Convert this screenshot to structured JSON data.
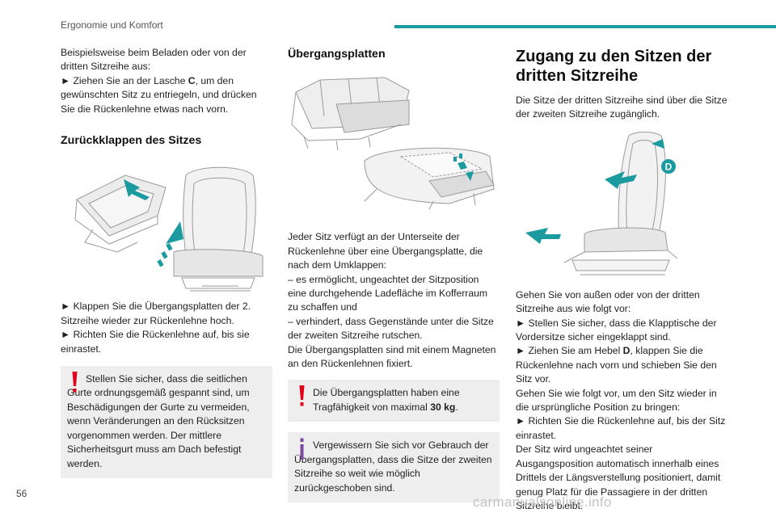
{
  "header": {
    "section": "Ergonomie und Komfort"
  },
  "col1": {
    "intro_line1": "Beispielsweise beim Beladen oder von der dritten Sitzreihe aus:",
    "bullet": "►",
    "step1_pre": "Ziehen Sie an der Lasche ",
    "step1_key": "C",
    "step1_post": ", um den gewünschten Sitz zu entriegeln, und drücken Sie die Rückenlehne etwas nach vorn.",
    "heading": "Zurückklappen des Sitzes",
    "step2": "Klappen Sie die Übergangsplatten der 2. Sitzreihe wieder zur Rückenlehne hoch.",
    "step3": "Richten Sie die Rückenlehne auf, bis sie einrastet.",
    "warning": "Stellen Sie sicher, dass die seitlichen Gurte ordnungsgemäß gespannt sind, um Beschädigungen der Gurte zu vermeiden, wenn Veränderungen an den Rücksitzen vorgenommen werden. Der mittlere Sicherheitsgurt muss am Dach befestigt werden."
  },
  "col2": {
    "heading": "Übergangsplatten",
    "para1": "Jeder Sitz verfügt an der Unterseite der Rückenlehne über eine Übergangsplatte, die nach dem Umklappen:",
    "dash1": "– es ermöglicht, ungeachtet der Sitzposition eine durchgehende Ladefläche im Kofferraum zu schaffen und",
    "dash2": "– verhindert, dass Gegenstände unter die Sitze der zweiten Sitzreihe rutschen.",
    "para2": "Die Übergangsplatten sind mit einem Magneten an den Rückenlehnen fixiert.",
    "warning_pre": "Die Übergangsplatten haben eine Tragfähigkeit von maximal ",
    "warning_bold": "30 kg",
    "warning_post": ".",
    "info": "Vergewissern Sie sich vor Gebrauch der Übergangsplatten, dass die Sitze der zweiten Sitzreihe so weit wie möglich zurückgeschoben sind."
  },
  "col3": {
    "heading": "Zugang zu den Sitzen der dritten Sitzreihe",
    "intro": "Die Sitze der dritten Sitzreihe sind über die Sitze der zweiten Sitzreihe zugänglich.",
    "callout": "D",
    "para1": "Gehen Sie von außen oder von der dritten Sitzreihe aus wie folgt vor:",
    "step1": "Stellen Sie sicher, dass die Klapptische der Vordersitze sicher eingeklappt sind.",
    "step2_pre": "Ziehen Sie am Hebel ",
    "step2_key": "D",
    "step2_post": ", klappen Sie die Rückenlehne nach vorn und schieben Sie den Sitz vor.",
    "para2": "Gehen Sie wie folgt vor, um den Sitz wieder in die ursprüngliche Position zu bringen:",
    "step3": "Richten Sie die Rückenlehne auf, bis der Sitz einrastet.",
    "para3": "Der Sitz wird ungeachtet seiner Ausgangsposition automatisch innerhalb eines Drittels der Längsverstellung positioniert, damit genug Platz für die Passagiere in der dritten Sitzreihe bleibt."
  },
  "footer": {
    "page_number": "56",
    "watermark": "carmanualsonline.info"
  },
  "colors": {
    "accent": "#1b9aa0",
    "warning": "#e2001a",
    "info": "#7b4aa0",
    "note_bg": "#eeeeee"
  }
}
